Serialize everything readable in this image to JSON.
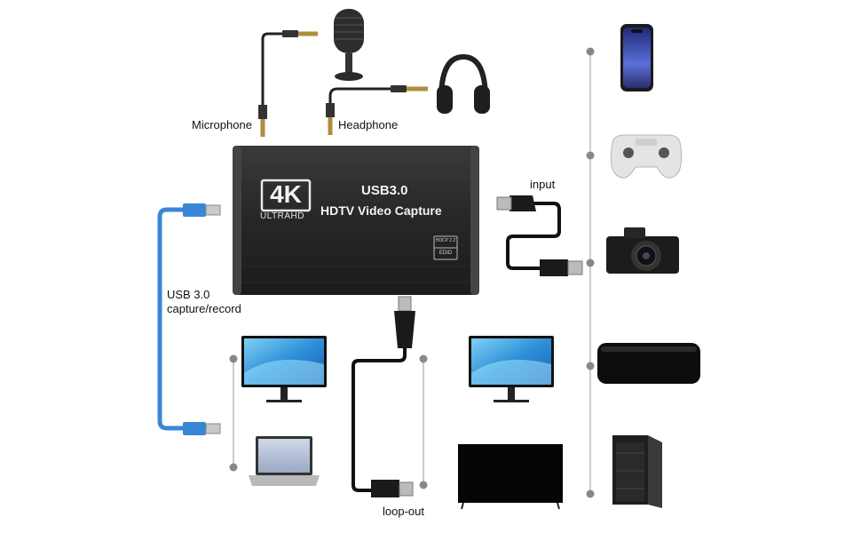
{
  "labels": {
    "microphone": "Microphone",
    "headphone": "Headphone",
    "input": "input",
    "usb_line1": "USB 3.0",
    "usb_line2": "capture/record",
    "loop_out": "loop-out"
  },
  "device": {
    "logo_4k": "4K",
    "logo_ultrahd": "ULTRAHD",
    "title_line1": "USB3.0",
    "title_line2": "HDTV Video Capture",
    "badge_hdcp": "HDCP 2.2",
    "badge_edid": "EDID"
  },
  "icons": {
    "smartphone": "smartphone-icon",
    "gamepad": "gamepad-icon",
    "camera": "camera-icon",
    "game_console": "game-console-icon",
    "pc_tower": "pc-tower-icon",
    "monitor": "monitor-icon",
    "laptop": "laptop-icon",
    "tv": "tv-icon",
    "microphone": "microphone-icon",
    "headphones": "headphones-icon"
  },
  "colors": {
    "usb_cable": "#3a86d6",
    "device_body": "#2b2b2b",
    "hdmi_cable": "#111111",
    "connector_gray": "#8c8c8c"
  }
}
